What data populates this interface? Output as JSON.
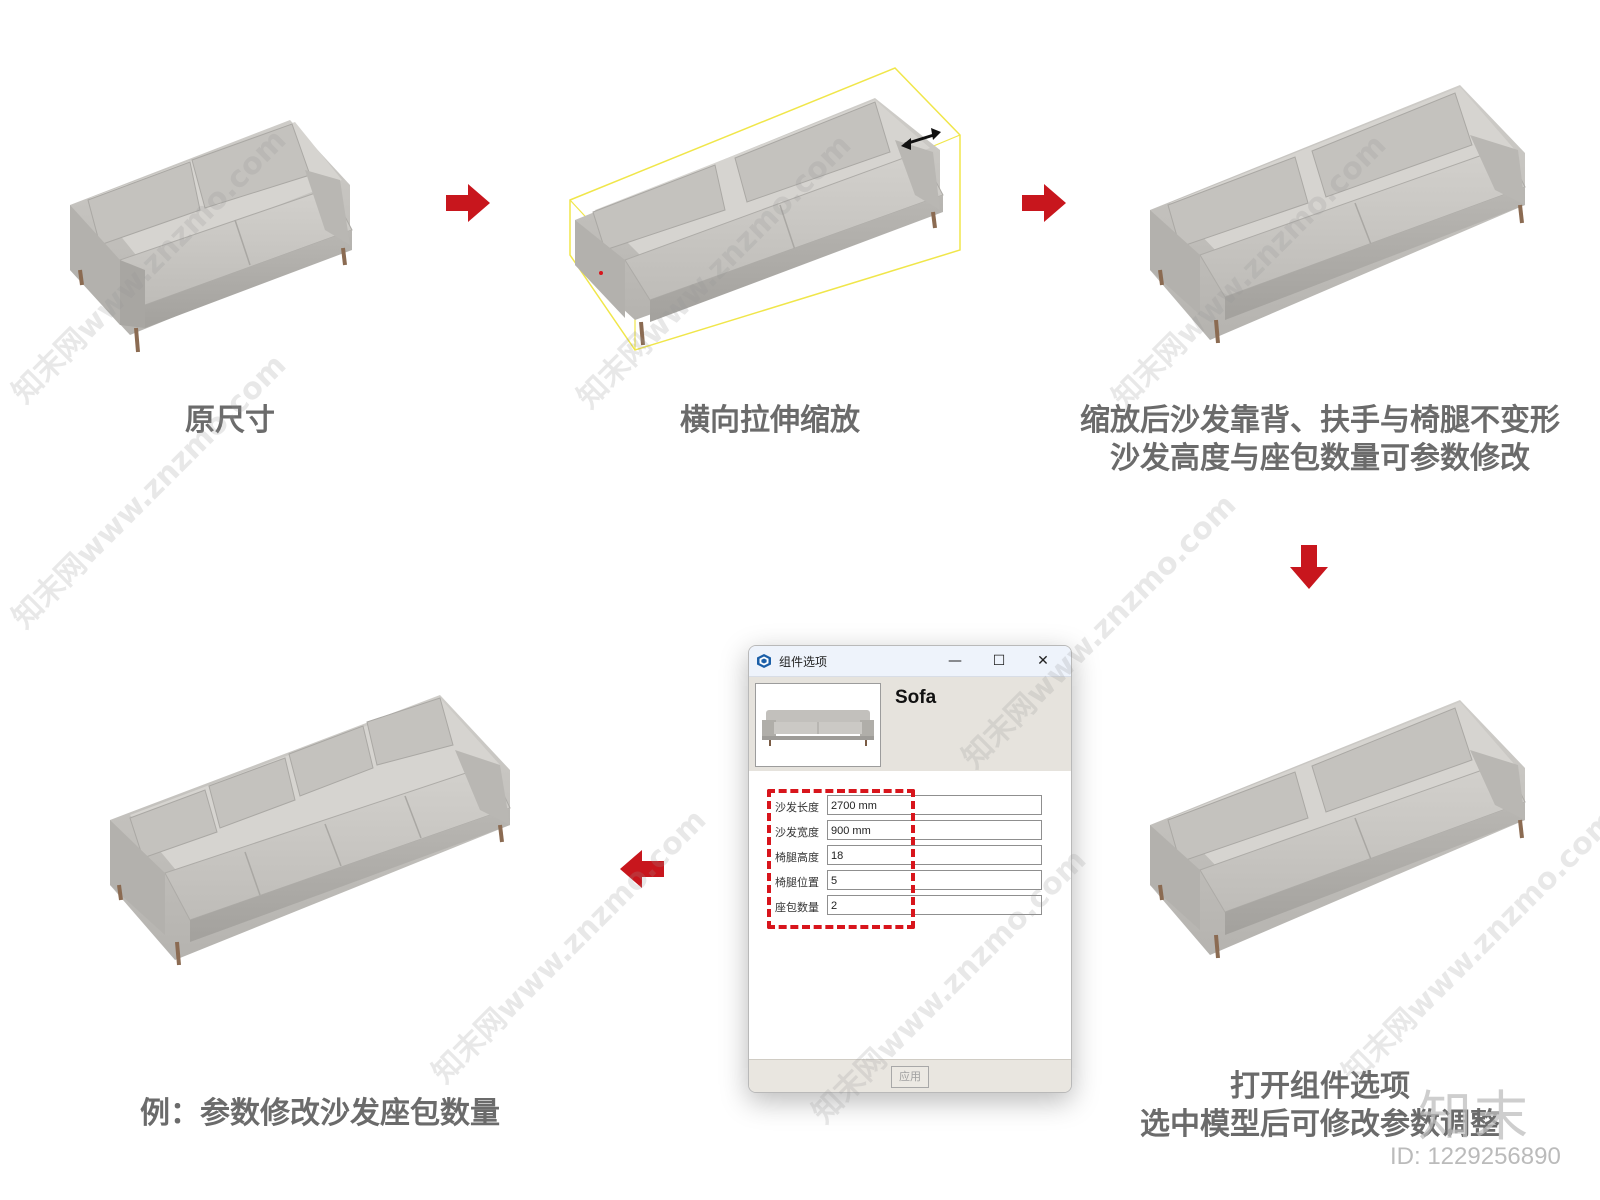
{
  "captions": {
    "original": "原尺寸",
    "stretch": "横向拉伸缩放",
    "after_line1": "缩放后沙发靠背、扶手与椅腿不变形",
    "after_line2": "沙发高度与座包数量可参数修改",
    "open_line1": "打开组件选项",
    "open_line2": "选中模型后可修改参数调整",
    "example": "例：参数修改沙发座包数量"
  },
  "window": {
    "title": "组件选项",
    "minimize_glyph": "—",
    "maximize_glyph": "☐",
    "close_glyph": "✕",
    "component_name": "Sofa",
    "apply_label": "应用",
    "params": [
      {
        "label": "沙发长度",
        "value": "2700 mm"
      },
      {
        "label": "沙发宽度",
        "value": "900 mm"
      },
      {
        "label": "椅腿高度",
        "value": "18"
      },
      {
        "label": "椅腿位置",
        "value": "5"
      },
      {
        "label": "座包数量",
        "value": "2"
      }
    ]
  },
  "watermark": {
    "text": "知末网www.znzmo.com",
    "logo": "知末",
    "id": "ID: 1229256890"
  },
  "colors": {
    "arrow": "#c8161d",
    "highlight": "#d8151c",
    "caption": "#6b6b6b",
    "sofa": "#c9c7c3"
  },
  "icons": {
    "arrow_right": "arrow-right-icon",
    "arrow_down": "arrow-down-icon",
    "arrow_left": "arrow-left-icon",
    "app": "sketchup-app-icon"
  }
}
